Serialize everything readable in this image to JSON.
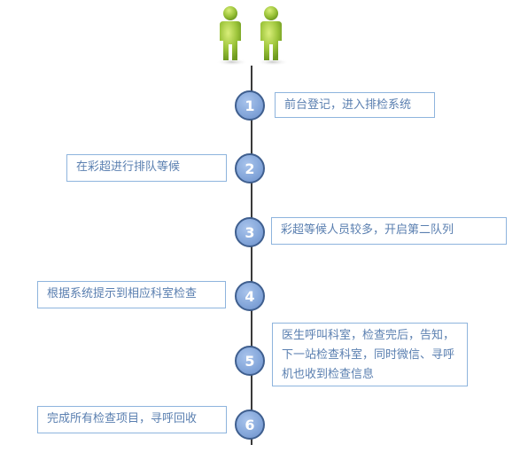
{
  "steps": [
    {
      "number": "1",
      "text": "前台登记，进入排检系统"
    },
    {
      "number": "2",
      "text": "在彩超进行排队等候"
    },
    {
      "number": "3",
      "text": "彩超等候人员较多，开启第二队列"
    },
    {
      "number": "4",
      "text": "根据系统提示到相应科室检查"
    },
    {
      "number": "5",
      "text": "医生呼叫科室，检查完后，告知，下一站检查科室，同时微信、寻呼机也收到检查信息"
    },
    {
      "number": "6",
      "text": "完成所有检查项目，寻呼回收"
    }
  ],
  "colors": {
    "node_fill": "#86a8db",
    "node_border": "#3f5f8f",
    "box_border": "#8eb4dd",
    "box_text": "#5a7fb0",
    "figure": "#9cc43a",
    "line": "#3a3a3a"
  },
  "icons": {
    "header": "people-icon"
  }
}
